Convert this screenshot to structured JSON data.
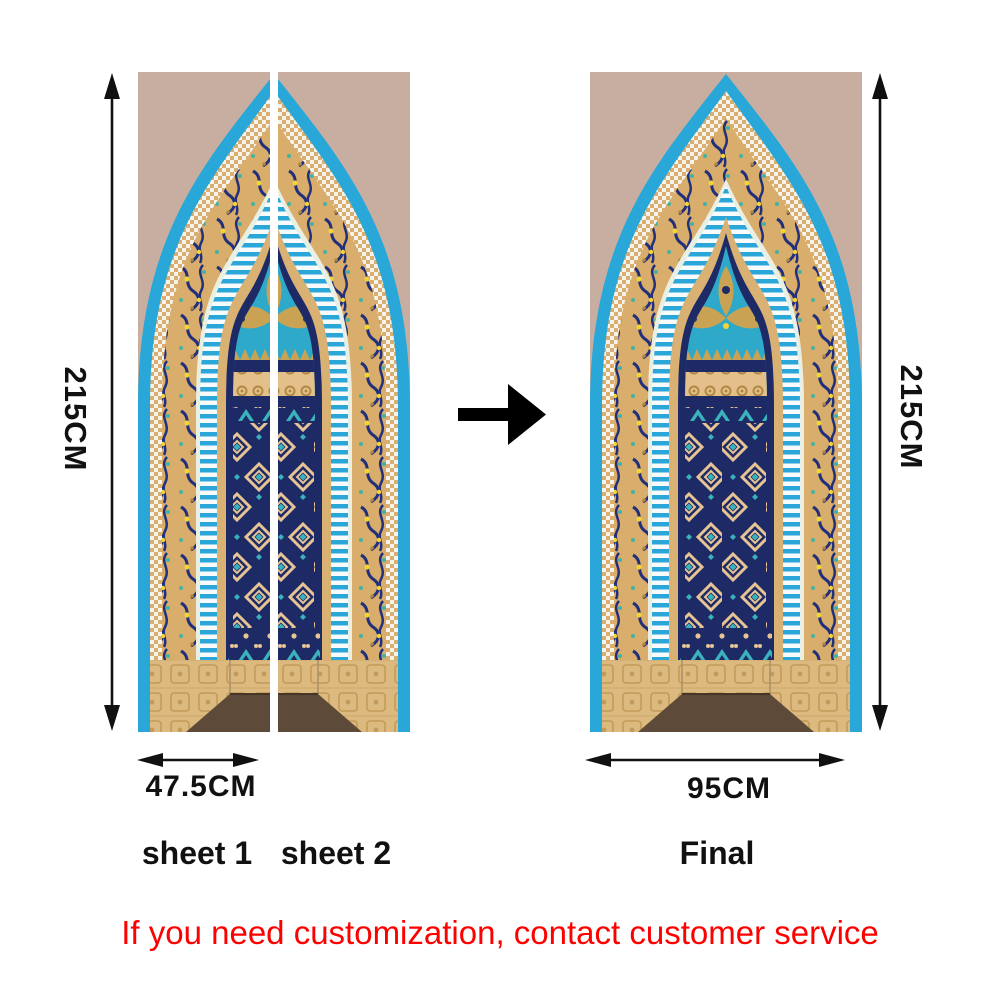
{
  "figures": {
    "left": {
      "height_label": "215CM",
      "width_label": "47.5CM",
      "captions": [
        "sheet 1",
        "sheet 2"
      ]
    },
    "right": {
      "height_label": "215CM",
      "width_label": "95CM",
      "caption": "Final"
    }
  },
  "footer": {
    "note": "If you need customization, contact customer service",
    "color": "#fe0000"
  },
  "artwork": {
    "subject": "pointed-arch mosque door tile mural (two sheets merged into one)",
    "palette": {
      "wall": "#c7aea0",
      "cyan": "#28a7d8",
      "navy": "#1e2a66",
      "arabesque_tan": "#d9ad6b",
      "teal": "#39b2bc",
      "gold": "#c9a254",
      "yellow": "#f2d437",
      "plinth": "#dcb97f",
      "floor": "#5d4a38",
      "stripe_white": "#f8fbfc"
    }
  }
}
